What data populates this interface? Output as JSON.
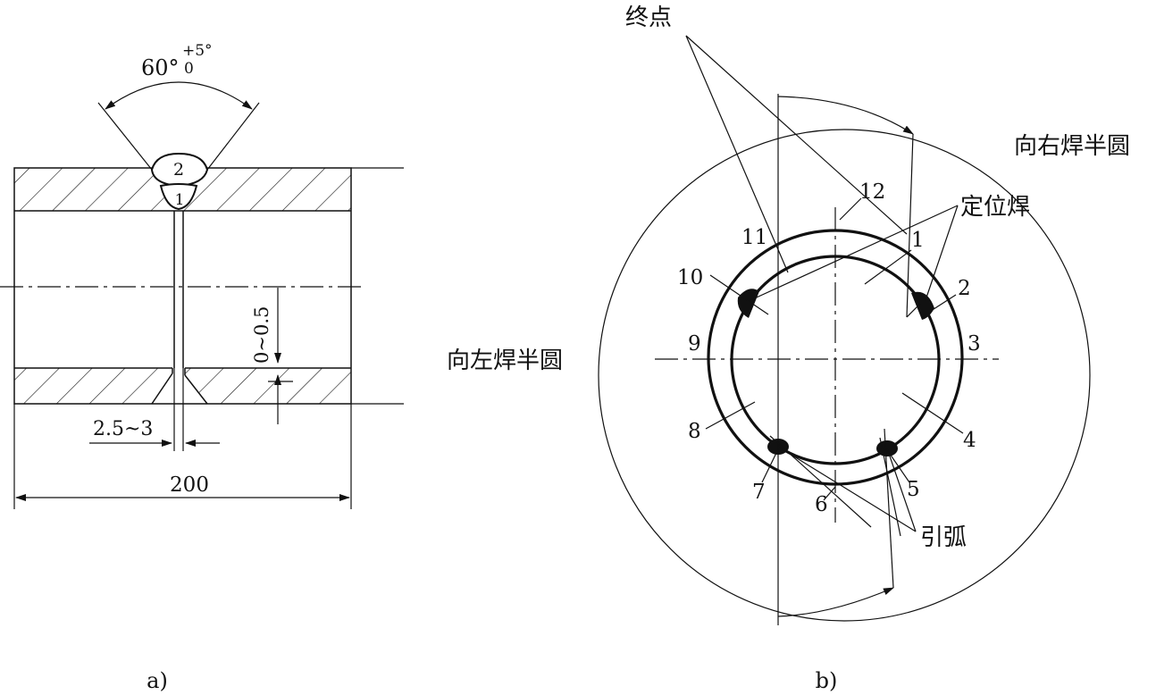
{
  "panel_a": {
    "caption": "a)",
    "angle_main": "60°",
    "angle_tol_upper": "+5°",
    "angle_tol_lower": "0",
    "layer_1": "1",
    "layer_2": "2",
    "gap_dim": "0~0.5",
    "root_dim": "2.5~3",
    "length_dim": "200"
  },
  "panel_b": {
    "caption": "b)",
    "label_end_point": "终点",
    "label_right_half": "向右焊半圆",
    "label_left_half": "向左焊半圆",
    "label_tack_weld": "定位焊",
    "label_arc_start": "引弧",
    "clock_positions": [
      "1",
      "2",
      "3",
      "4",
      "5",
      "6",
      "7",
      "8",
      "9",
      "10",
      "11",
      "12"
    ]
  }
}
